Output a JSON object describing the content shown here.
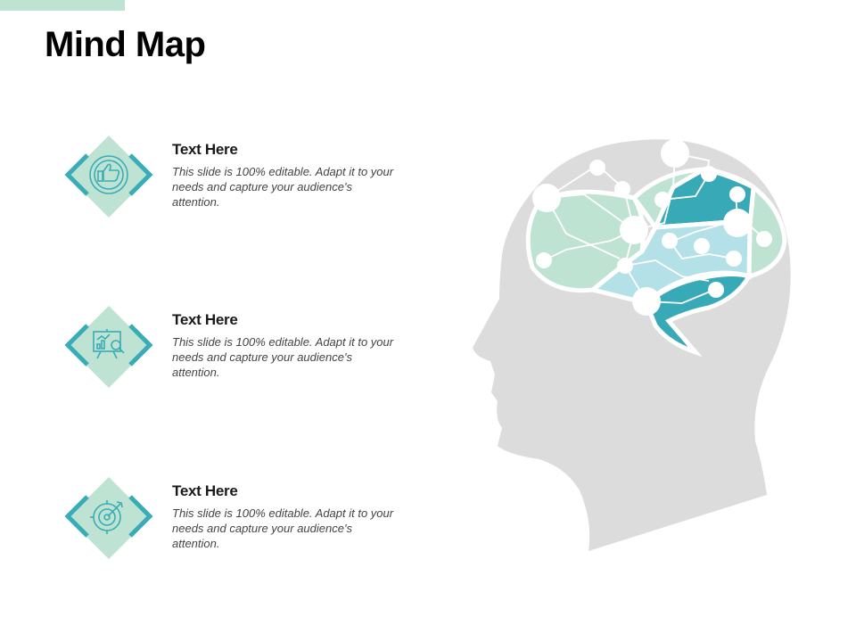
{
  "slide": {
    "title": "Mind Map",
    "items": [
      {
        "heading": "Text Here",
        "body": "This slide is 100% editable. Adapt it to your needs and capture your audience's attention.",
        "icon": "thumbs-up-seal-icon"
      },
      {
        "heading": "Text Here",
        "body": "This slide is 100% editable. Adapt it to your needs and capture your audience's attention.",
        "icon": "presentation-board-icon"
      },
      {
        "heading": "Text Here",
        "body": "This slide is 100% editable. Adapt it to your needs and capture your audience's attention.",
        "icon": "target-icon"
      }
    ]
  },
  "colors": {
    "accent_light": "#bfe3d3",
    "accent_teal": "#3aacb7",
    "brain_mint": "#bfe3d3",
    "brain_light_blue": "#b4e0e8",
    "brain_teal": "#38a9b6",
    "head_gray": "#dcdcdc"
  }
}
